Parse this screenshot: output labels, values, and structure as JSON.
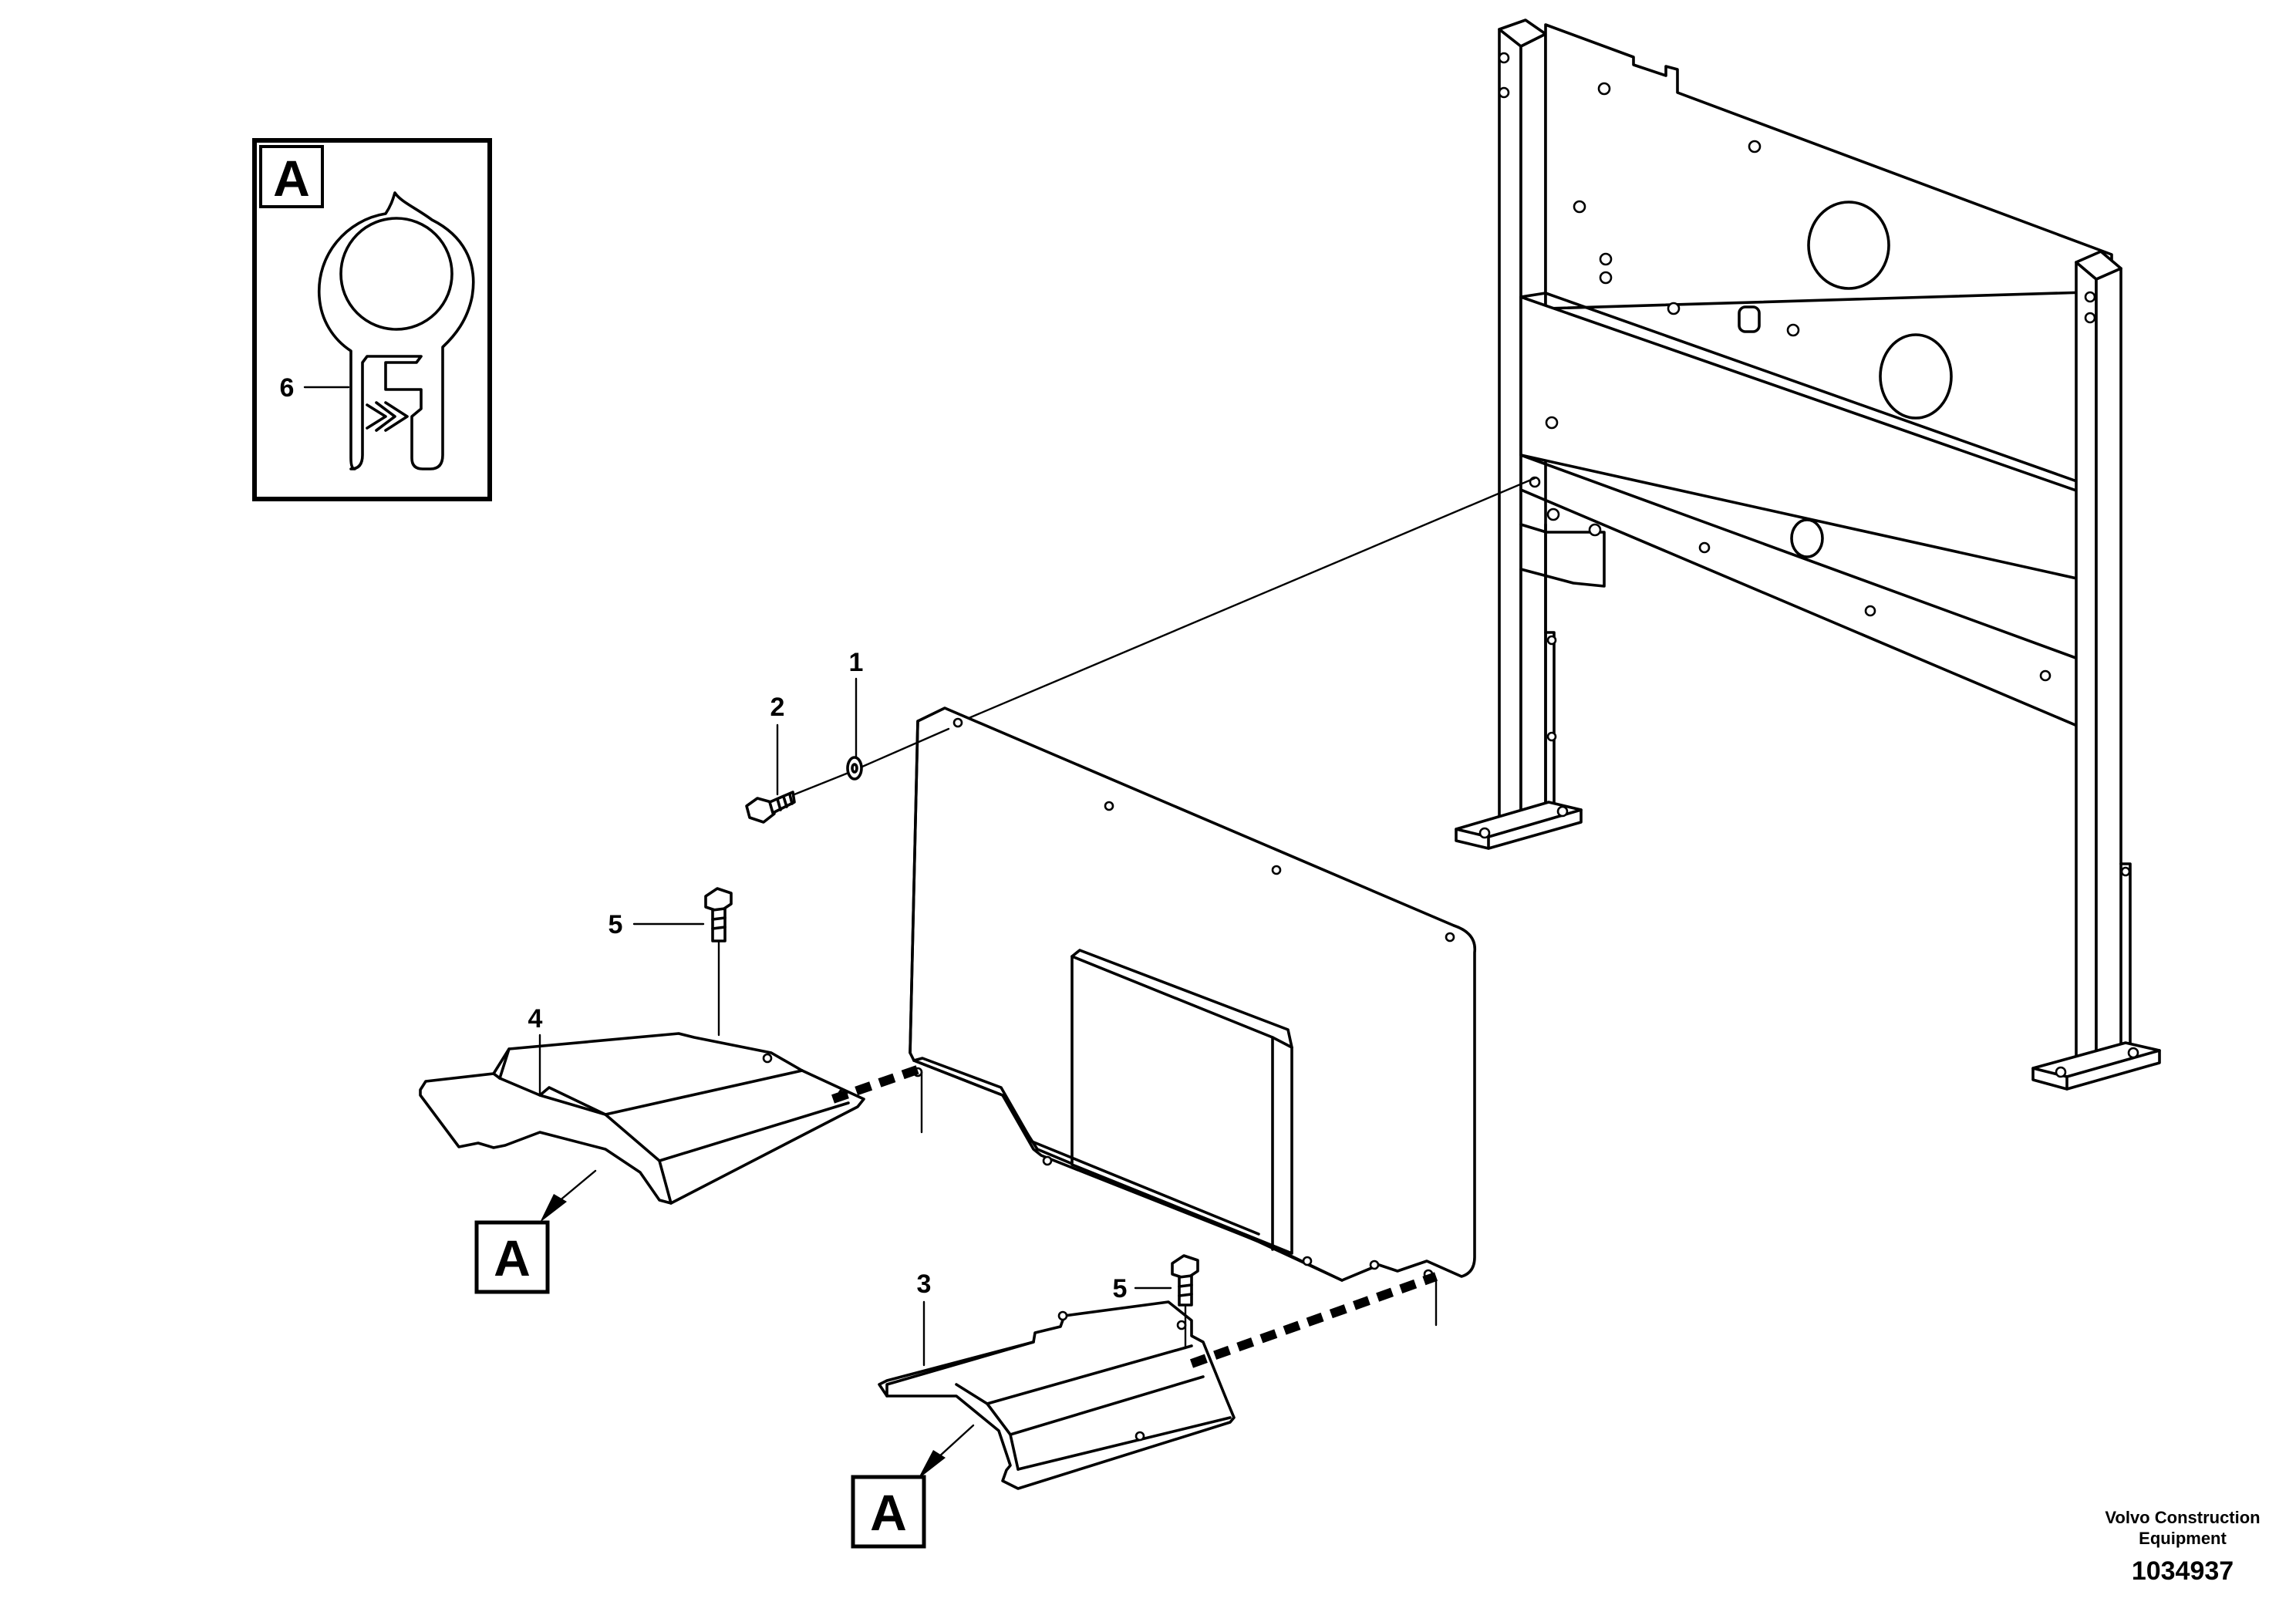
{
  "callouts": {
    "item_1": "1",
    "item_2": "2",
    "item_3": "3",
    "item_4": "4",
    "item_5_upper": "5",
    "item_5_lower": "5",
    "item_6": "6"
  },
  "view_refs": {
    "detail_box": "A",
    "ref_left": "A",
    "ref_bottom": "A"
  },
  "footer": {
    "credit_line1": "Volvo Construction",
    "credit_line2": "Equipment",
    "doc_number": "1034937"
  }
}
